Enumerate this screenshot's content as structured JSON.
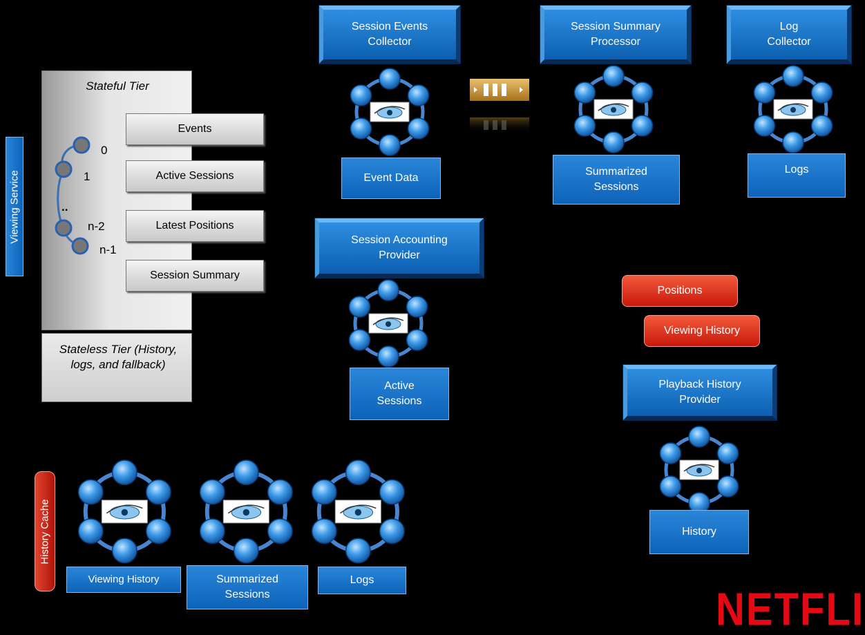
{
  "services": {
    "session_events_collector": "Session Events Collector",
    "session_summary_processor": "Session Summary Processor",
    "log_collector": "Log Collector",
    "session_accounting_provider": "Session Accounting Provider",
    "playback_history_provider": "Playback History Provider"
  },
  "labels": {
    "event_data": "Event Data",
    "summarized_sessions_top": "Summarized Sessions",
    "logs_top": "Logs",
    "active_sessions": "Active Sessions",
    "history": "History",
    "viewing_history_bottom": "Viewing History",
    "summarized_sessions_bottom": "Summarized Sessions",
    "logs_bottom": "Logs"
  },
  "red_boxes": {
    "positions": "Positions",
    "viewing_history": "Viewing History",
    "history_cache": "History Cache"
  },
  "viewing_service": {
    "label": "Viewing Service",
    "stateful_tier_title": "Stateful Tier",
    "stateless_tier_text": "Stateless Tier (History, logs, and fallback)",
    "stores": [
      "Events",
      "Active Sessions",
      "Latest Positions",
      "Session Summary"
    ],
    "node_labels": [
      "0",
      "1",
      "..",
      "n-2",
      "n-1"
    ]
  },
  "logo": "NETFLIX",
  "colors": {
    "background": "#000000",
    "service_blue": "#1a74c8",
    "red": "#d9261a",
    "logo_red": "#e50914"
  }
}
